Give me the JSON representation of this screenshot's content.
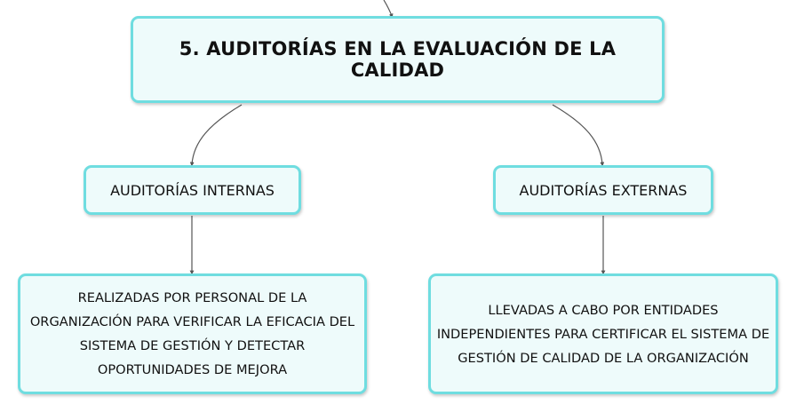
{
  "diagram": {
    "root": {
      "label": "5. AUDITORÍAS EN LA EVALUACIÓN DE LA CALIDAD"
    },
    "branches": [
      {
        "label": "AUDITORÍAS INTERNAS",
        "description": "REALIZADAS POR PERSONAL DE LA ORGANIZACIÓN PARA VERIFICAR LA EFICACIA DEL SISTEMA DE GESTIÓN Y DETECTAR OPORTUNIDADES DE MEJORA"
      },
      {
        "label": "AUDITORÍAS EXTERNAS",
        "description": "LLEVADAS A CABO POR ENTIDADES INDEPENDIENTES PARA CERTIFICAR EL SISTEMA DE GESTIÓN DE CALIDAD DE LA ORGANIZACIÓN"
      }
    ],
    "colors": {
      "node_border": "#6fdde0",
      "node_fill": "#eefbfb",
      "connector": "#555555"
    }
  }
}
